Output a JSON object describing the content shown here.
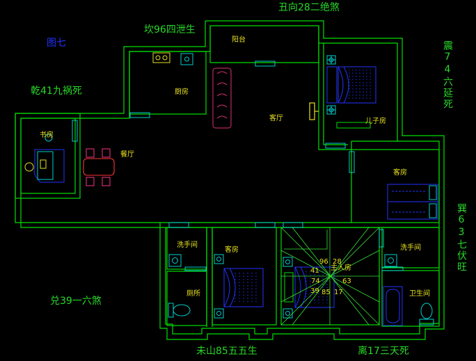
{
  "corner_label": "图七",
  "directions": {
    "north": "丑向28二绝煞",
    "northwest": "坎96四泄生",
    "west": "乾41九祸死",
    "southwest": "兑39一六煞",
    "south": "未山85五五生",
    "southeast": "离17三天死",
    "east": "震74六延死",
    "northeast": "巽63七伏旺"
  },
  "rooms": {
    "balcony": "阳台",
    "kitchen": "厨房",
    "study": "书房",
    "dining": "餐厅",
    "living": "客厅",
    "kids_room": "儿子房",
    "guest_room_east": "客房",
    "wash_room_left": "洗手间",
    "toilet": "厕所",
    "guest_room_south": "客房",
    "master_room": "主人房",
    "wash_room_right": "洗手间",
    "bathroom": "卫生间"
  },
  "compass_numbers": {
    "n96": "96",
    "n28": "28",
    "n41": "41",
    "n63": "63",
    "n85": "85",
    "n17": "17",
    "n74": "74",
    "n39": "39"
  },
  "colors": {
    "wall": "#00e000",
    "furniture": "#2233ff",
    "text": "#27d927",
    "annotation": "#e8e020",
    "sofa": "#e0307a",
    "fixtures": "#00d0d0",
    "compass_lines": "#39e639"
  }
}
